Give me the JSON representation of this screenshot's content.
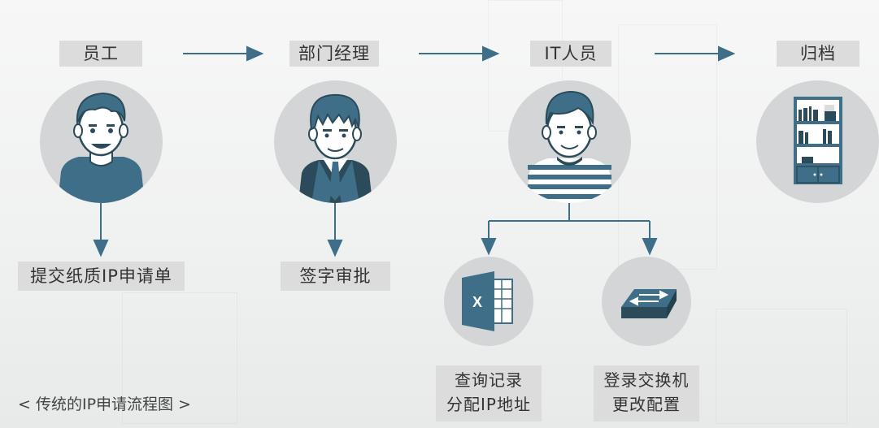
{
  "colors": {
    "accent": "#3f6f88",
    "circle": "#d3d5d6",
    "label_bg": "#dcdcdc"
  },
  "steps": [
    {
      "label": "员工",
      "icon": "employee-avatar-icon"
    },
    {
      "label": "部门经理",
      "icon": "manager-avatar-icon"
    },
    {
      "label": "IT人员",
      "icon": "it-staff-avatar-icon"
    },
    {
      "label": "归档",
      "icon": "filing-cabinet-icon"
    }
  ],
  "actions": {
    "employee": "提交纸质IP申请单",
    "manager": "签字审批"
  },
  "it_tasks": [
    {
      "icon": "excel-icon",
      "excel_letter": "X",
      "line1": "查询记录",
      "line2": "分配IP地址"
    },
    {
      "icon": "network-switch-icon",
      "line1": "登录交换机",
      "line2": "更改配置"
    }
  ],
  "footer_note": "< 传统的IP申请流程图 >"
}
